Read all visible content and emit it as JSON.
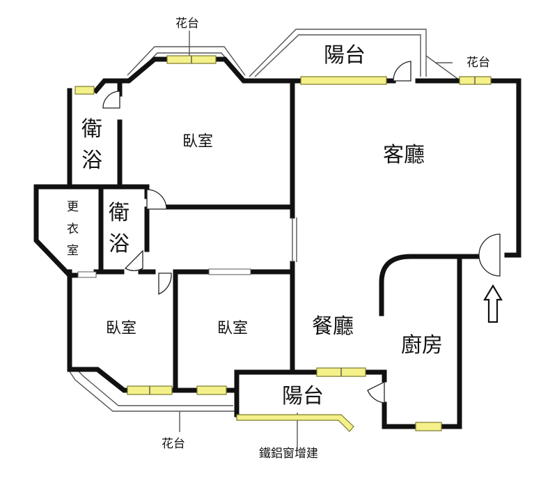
{
  "rooms": {
    "balcony_top": "陽台",
    "flowerbed_top": "花台",
    "flowerbed_right": "花台",
    "bath_upper_line1": "衛",
    "bath_upper_line2": "浴",
    "bedroom_top": "臥室",
    "living_room": "客廳",
    "dressing_line1": "更",
    "dressing_line2": "衣",
    "dressing_line3": "室",
    "bath_lower_line1": "衛",
    "bath_lower_line2": "浴",
    "bedroom_left": "臥室",
    "bedroom_mid": "臥室",
    "dining_room": "餐廳",
    "kitchen": "廚房",
    "balcony_bottom": "陽台",
    "flowerbed_bottom": "花台",
    "annex_note": "鐵鋁窗增建"
  }
}
